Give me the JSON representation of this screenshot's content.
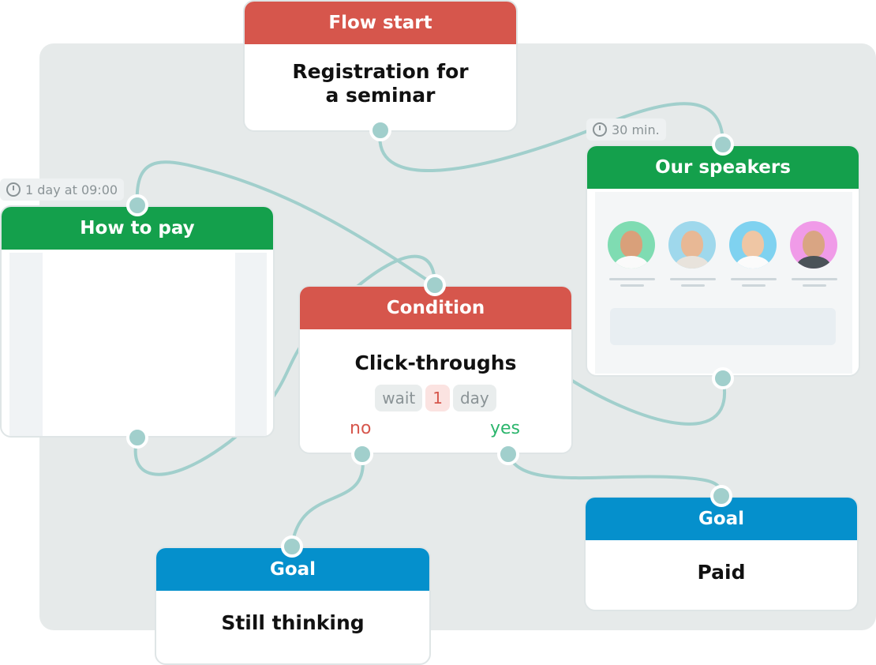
{
  "flow_start": {
    "header": "Flow start",
    "title_line1": "Registration for",
    "title_line2": "a seminar"
  },
  "delay_speakers": {
    "text": "30 min."
  },
  "delay_how_to_pay": {
    "text": "1 day at 09:00"
  },
  "how_to_pay": {
    "header": "How to pay"
  },
  "our_speakers": {
    "header": "Our speakers",
    "avatar_colors": [
      "#7fdcb2",
      "#9fd8ec",
      "#7fd2f0",
      "#f09be8"
    ]
  },
  "condition": {
    "header": "Condition",
    "title": "Click-throughs",
    "wait_label": "wait",
    "wait_value": "1",
    "wait_unit": "day",
    "no_label": "no",
    "yes_label": "yes"
  },
  "goal_still": {
    "header": "Goal",
    "title": "Still thinking"
  },
  "goal_paid": {
    "header": "Goal",
    "title": "Paid"
  },
  "colors": {
    "start": "#d6564c",
    "message": "#14a04c",
    "goal": "#0590cc",
    "wire": "#a1cfcc",
    "no": "#d6564c",
    "yes": "#2bb56c"
  }
}
